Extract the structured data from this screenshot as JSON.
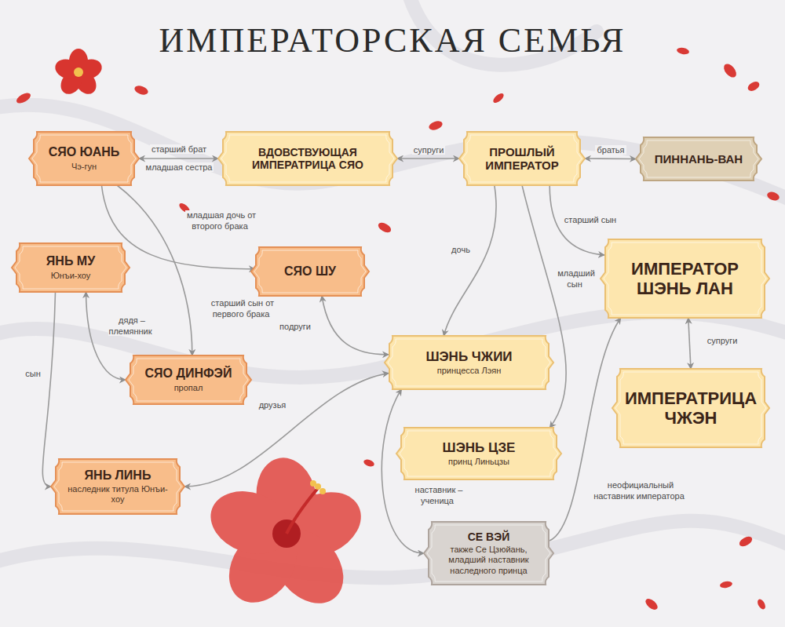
{
  "diagram": {
    "title": "ИМПЕРАТОРСКАЯ СЕМЬЯ",
    "nodes": [
      {
        "text": [
          "СЯО ЮАНЬ",
          "Чэ-гун"
        ]
      },
      {
        "text": [
          "ВДОВСТВУЮЩАЯ ИМПЕРАТРИЦА СЯО"
        ]
      },
      {
        "text": [
          "ПРОШЛЫЙ ИМПЕРАТОР"
        ]
      },
      {
        "text": [
          "ПИННАНЬ-ВАН"
        ]
      },
      {
        "text": [
          "ЯНЬ МУ",
          "Юнъи-хоу"
        ]
      },
      {
        "text": [
          "СЯО ШУ"
        ]
      },
      {
        "text": [
          "ИМПЕРАТОР ШЭНЬ ЛАН"
        ]
      },
      {
        "text": [
          "СЯО ДИНФЭЙ",
          "пропал"
        ]
      },
      {
        "text": [
          "ШЭНЬ ЧЖИИ",
          "принцесса Лэян"
        ]
      },
      {
        "text": [
          "ИМПЕРАТРИЦА ЧЖЭН"
        ]
      },
      {
        "text": [
          "ШЭНЬ ЦЗЕ",
          "принц Линьцзы"
        ]
      },
      {
        "text": [
          "ЯНЬ ЛИНЬ",
          "наследник титула Юнъи-хоу"
        ]
      },
      {
        "text": [
          "СЕ ВЭЙ",
          "также Се Цзюйань, младший наставник наследного принца"
        ]
      }
    ],
    "edges": [
      {
        "from": 0,
        "to": 1,
        "label": "старший брат",
        "arrow": "both"
      },
      {
        "from": 1,
        "to": 2,
        "label": "супруги",
        "arrow": "both"
      },
      {
        "from": 2,
        "to": 3,
        "label": "братья",
        "arrow": "both"
      },
      {
        "from": 0,
        "to": 5,
        "label": "младшая дочь от второго брака",
        "arrow": "to"
      },
      {
        "from": 0,
        "to": 7,
        "label": "старший сын от первого брака",
        "arrow": "to"
      },
      {
        "from": 4,
        "to": 7,
        "label": "дядя – племянник",
        "arrow": "both"
      },
      {
        "from": 4,
        "to": 11,
        "label": "сын",
        "arrow": "to"
      },
      {
        "from": 2,
        "to": 6,
        "label": "старший сын",
        "arrow": "to"
      },
      {
        "from": 2,
        "to": 8,
        "label": "дочь",
        "arrow": "to"
      },
      {
        "from": 2,
        "to": 10,
        "label": "младший сын",
        "arrow": "to"
      },
      {
        "from": 5,
        "to": 8,
        "label": "подруги",
        "arrow": "both"
      },
      {
        "from": 11,
        "to": 8,
        "label": "друзья",
        "arrow": "both"
      },
      {
        "from": 8,
        "to": 12,
        "label": "наставник – ученица",
        "arrow": "both"
      },
      {
        "from": 12,
        "to": 6,
        "label": "неофициальный наставник императора",
        "arrow": "to"
      },
      {
        "from": 6,
        "to": 9,
        "label": "супруги",
        "arrow": "both"
      }
    ],
    "labels": [
      "младшая сестра"
    ]
  }
}
